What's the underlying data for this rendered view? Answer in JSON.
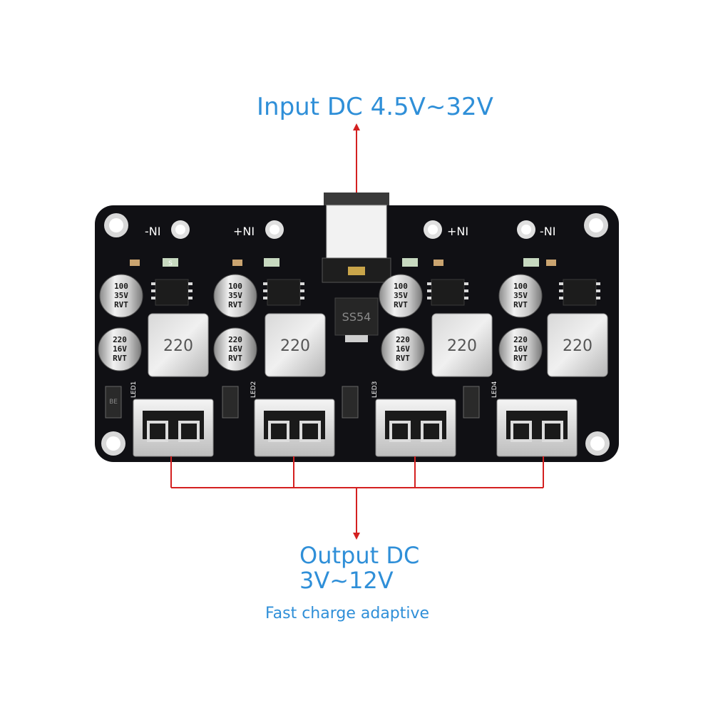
{
  "labels": {
    "input": "Input DC 4.5V~32V",
    "output_line1": "Output DC",
    "output_line2": "3V~12V",
    "fast_charge": "Fast charge adaptive"
  },
  "board": {
    "pin_labels": [
      "-NI",
      "+NI",
      "+NI",
      "-NI"
    ],
    "cap_top_label": [
      "100",
      "35V",
      "RVT"
    ],
    "cap_bottom_label": [
      "220",
      "16V",
      "RVT"
    ],
    "inductor_label": "220",
    "diode_label": "SS54",
    "led_labels": [
      "LED1",
      "LED2",
      "LED3",
      "LED4"
    ],
    "resistor_label": "S",
    "small_diode_label": "BE"
  },
  "colors": {
    "label_blue": "#2f8fd8",
    "arrow_red": "#d42020",
    "board_black": "#101014"
  }
}
